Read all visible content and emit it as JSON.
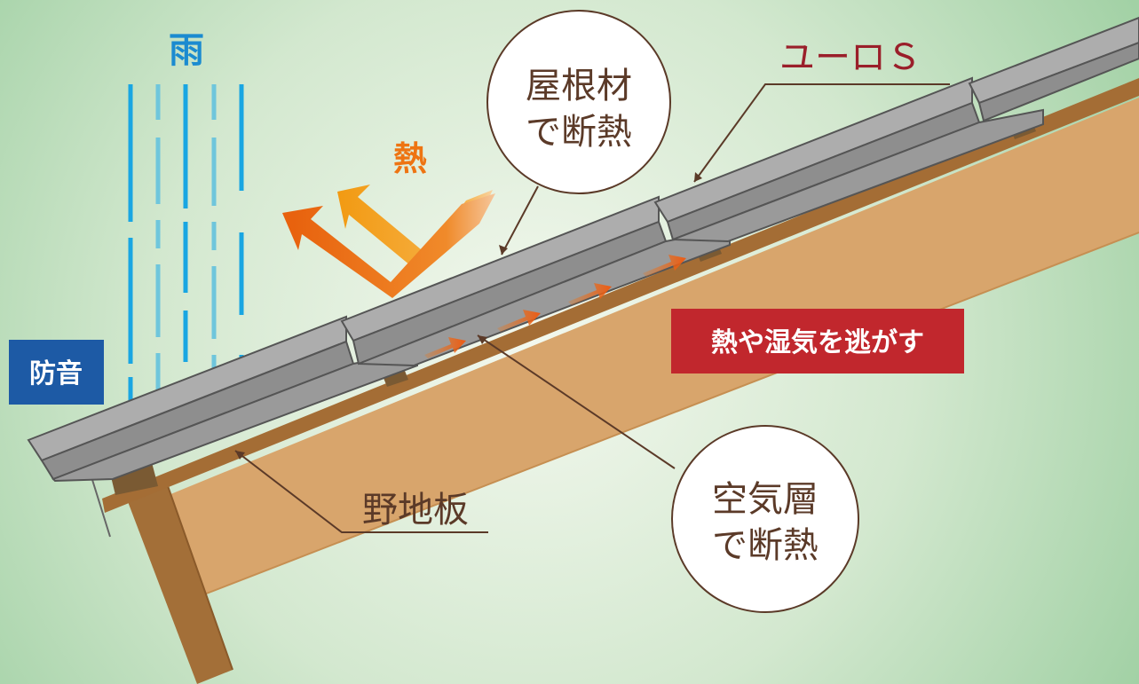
{
  "labels": {
    "rain": "雨",
    "heat": "熱",
    "soundproof": "防音",
    "roofing_insulation_line1": "屋根材",
    "roofing_insulation_line2": "で断熱",
    "product_name": "ユーロＳ",
    "release_heat_humidity": "熱や湿気を逃がす",
    "sheathing_board": "野地板",
    "air_layer_line1": "空気層",
    "air_layer_line2": "で断熱"
  },
  "colors": {
    "background_light": "#f2f7ec",
    "background_green": "#a6d3a8",
    "rain_dark": "#19a6e2",
    "rain_light": "#6fc6dc",
    "heat_orange": "#ee7412",
    "heat_orange_light": "#f4a21e",
    "soundproof_bg": "#1d5aa5",
    "product_red": "#9a1f2a",
    "release_bg": "#c1272d",
    "brown_text": "#5b3a28",
    "wood": "#d8a56c",
    "wood_dark": "#9c6b35",
    "board": "#a46d35",
    "batten": "#7a5a33",
    "roof_top": "#adadad",
    "roof_front": "#8e8e8e",
    "roof_edge": "#5a5a5a"
  },
  "icons": {
    "heat_arrows": "heat-arrows-icon",
    "airflow_arrows": "airflow-arrow-icon"
  }
}
